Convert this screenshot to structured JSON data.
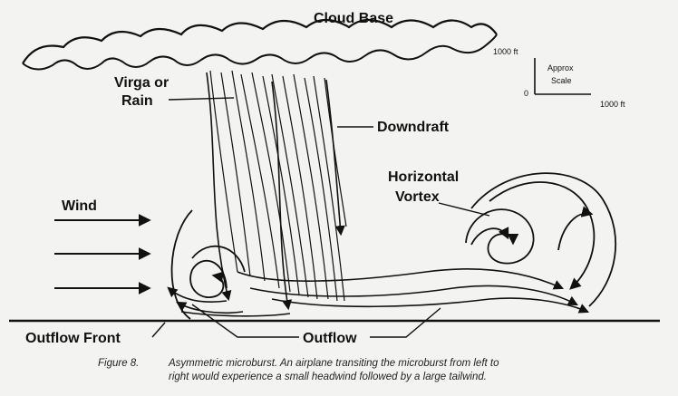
{
  "labels": {
    "cloud_base": "Cloud Base",
    "virga_1": "Virga or",
    "virga_2": "Rain",
    "downdraft": "Downdraft",
    "horizontal_1": "Horizontal",
    "horizontal_2": "Vortex",
    "wind": "Wind",
    "outflow_front": "Outflow Front",
    "outflow": "Outflow"
  },
  "scale": {
    "top": "1000 ft",
    "zero": "0",
    "approx": "Approx",
    "scale_word": "Scale",
    "right": "1000 ft"
  },
  "caption": {
    "figure": "Figure 8.",
    "line1": "Asymmetric microburst. An airplane transiting the microburst from left to",
    "line2": "right would experience a small headwind followed by a large tailwind."
  },
  "colors": {
    "ink": "#111111",
    "paper": "#f3f3f1"
  }
}
